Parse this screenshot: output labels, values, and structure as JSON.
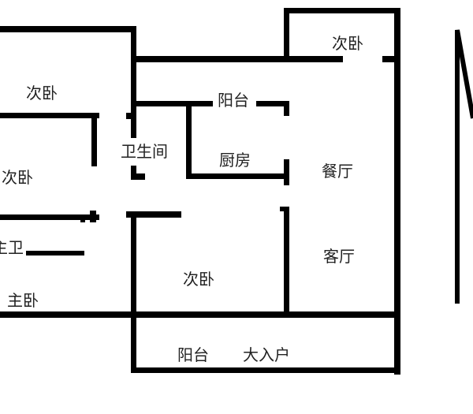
{
  "floorplan": {
    "rooms": {
      "bedroom_top_right": "次卧",
      "bedroom_upper_left": "次卧",
      "bedroom_mid_left": "次卧",
      "balcony_north": "阳台",
      "bathroom": "卫生间",
      "kitchen": "厨房",
      "dining_room": "餐厅",
      "master_bath": "主卫",
      "master_bedroom": "主卧",
      "bedroom_center": "次卧",
      "living_room": "客厅",
      "balcony_south": "阳台",
      "entrance": "大入户"
    },
    "wall_color": "#000000",
    "north_arrow_icon": "north-arrow"
  }
}
